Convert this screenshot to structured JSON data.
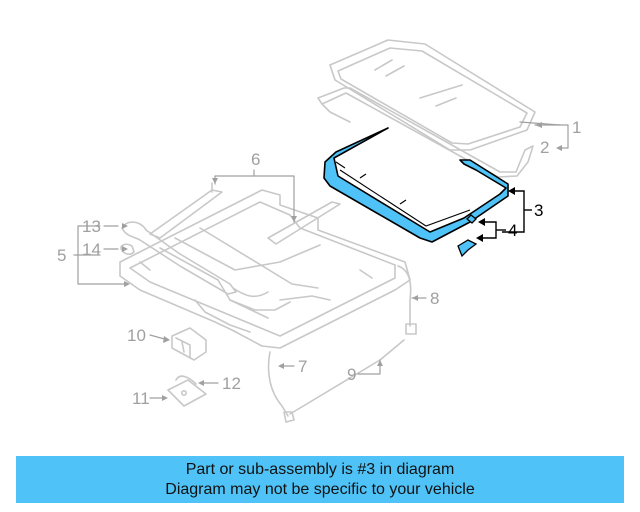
{
  "colors": {
    "background": "#ffffff",
    "part_stroke": "#c8c8c8",
    "label_gray": "#a0a0a0",
    "highlight_fill": "#4fc3f7",
    "highlight_stroke": "#000000",
    "banner_fill": "#4fc3f7"
  },
  "highlighted_part": "3",
  "callouts": [
    {
      "id": "1",
      "label": "1"
    },
    {
      "id": "2",
      "label": "2"
    },
    {
      "id": "3",
      "label": "3"
    },
    {
      "id": "4",
      "label": "4"
    },
    {
      "id": "5",
      "label": "5"
    },
    {
      "id": "6",
      "label": "6"
    },
    {
      "id": "7",
      "label": "7"
    },
    {
      "id": "8",
      "label": "8"
    },
    {
      "id": "9",
      "label": "9"
    },
    {
      "id": "10",
      "label": "10"
    },
    {
      "id": "11",
      "label": "11"
    },
    {
      "id": "12",
      "label": "12"
    },
    {
      "id": "13",
      "label": "13"
    },
    {
      "id": "14",
      "label": "14"
    }
  ],
  "banner": {
    "line1": "Part or sub-assembly is #3 in diagram",
    "line2": "Diagram may not be specific to your vehicle"
  }
}
